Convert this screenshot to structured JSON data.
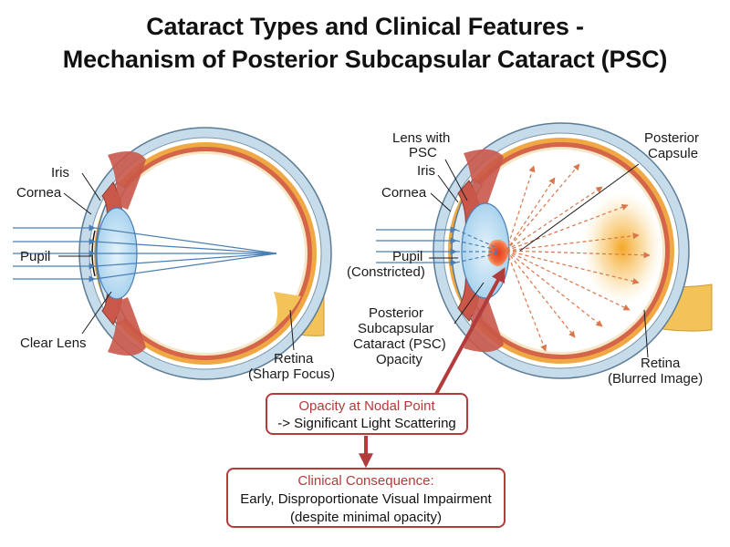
{
  "title": {
    "line1": "Cataract Types and Clinical Features -",
    "line2": "Mechanism of Posterior Subcapsular Cataract (PSC)"
  },
  "left_eye": {
    "iris": "Iris",
    "cornea": "Cornea",
    "pupil": "Pupil",
    "clear_lens": "Clear Lens",
    "retina_line1": "Retina",
    "retina_line2": "(Sharp Focus)"
  },
  "right_eye": {
    "lens_psc_line1": "Lens with",
    "lens_psc_line2": "PSC",
    "iris": "Iris",
    "cornea": "Cornea",
    "pupil_line1": "Pupil",
    "pupil_line2": "(Constricted)",
    "psc_line1": "Posterior",
    "psc_line2": "Subcapsular",
    "psc_line3": "Cataract (PSC)",
    "psc_line4": "Opacity",
    "capsule_line1": "Posterior",
    "capsule_line2": "Capsule",
    "retina_line1": "Retina",
    "retina_line2": "(Blurred Image)"
  },
  "box1": {
    "line1": "Opacity at Nodal Point",
    "line2": "-> Significant Light Scattering"
  },
  "box2": {
    "line1": "Clinical Consequence:",
    "line2": "Early, Disproportionate Visual Impairment",
    "line3": "(despite minimal opacity)"
  },
  "colors": {
    "accent_red": "#b23b3b",
    "iris": "#c9584a",
    "lens": "#cfe7f5",
    "ray_blue": "#4a7fb5",
    "scatter_orange": "#d9764a",
    "optic_nerve": "#f3c35a"
  }
}
